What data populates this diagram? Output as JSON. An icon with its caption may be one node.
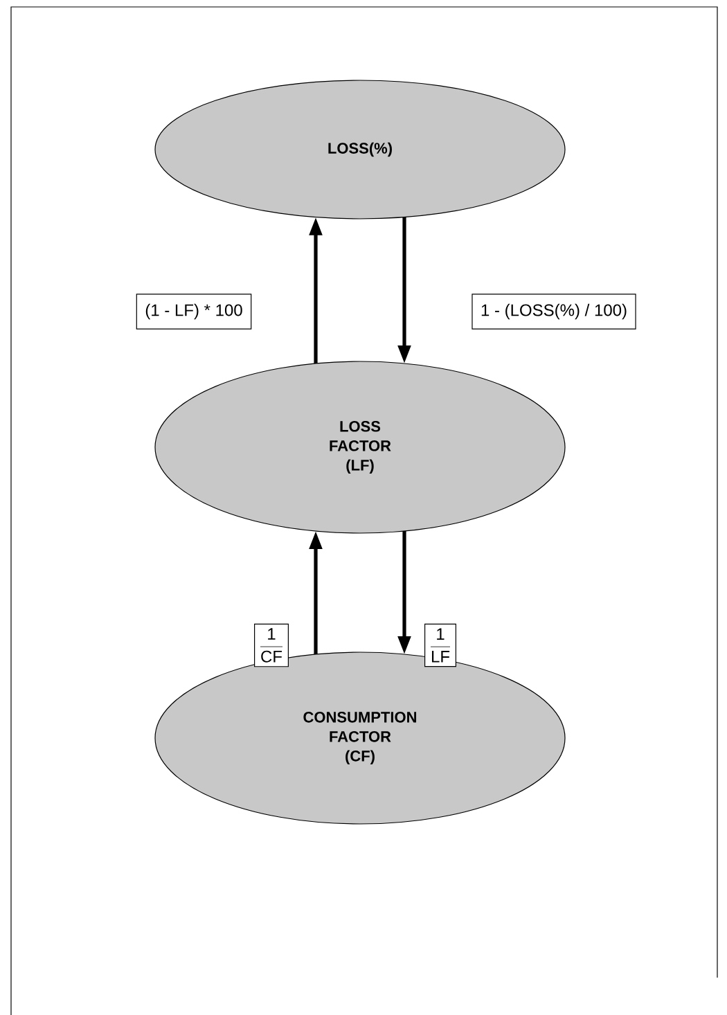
{
  "diagram": {
    "nodes": [
      {
        "text": [
          "LOSS(%)"
        ]
      },
      {
        "text": [
          "LOSS FACTOR (LF)"
        ]
      },
      {
        "text": [
          "CONSUMPTION FACTOR (CF)"
        ]
      }
    ],
    "edges": [
      {
        "from": 1,
        "to": 0,
        "arrow": "to",
        "label": "(1 - LF) * 100"
      },
      {
        "from": 0,
        "to": 1,
        "arrow": "to",
        "label": "1 - (LOSS(%) / 100)"
      },
      {
        "from": 2,
        "to": 1,
        "arrow": "to",
        "label": "\\frac{\\mathrm{1}}{\\mathrm{CF}}"
      },
      {
        "from": 1,
        "to": 2,
        "arrow": "to",
        "label": "\\frac{\\mathrm{1}}{\\mathrm{LF}}"
      }
    ]
  }
}
